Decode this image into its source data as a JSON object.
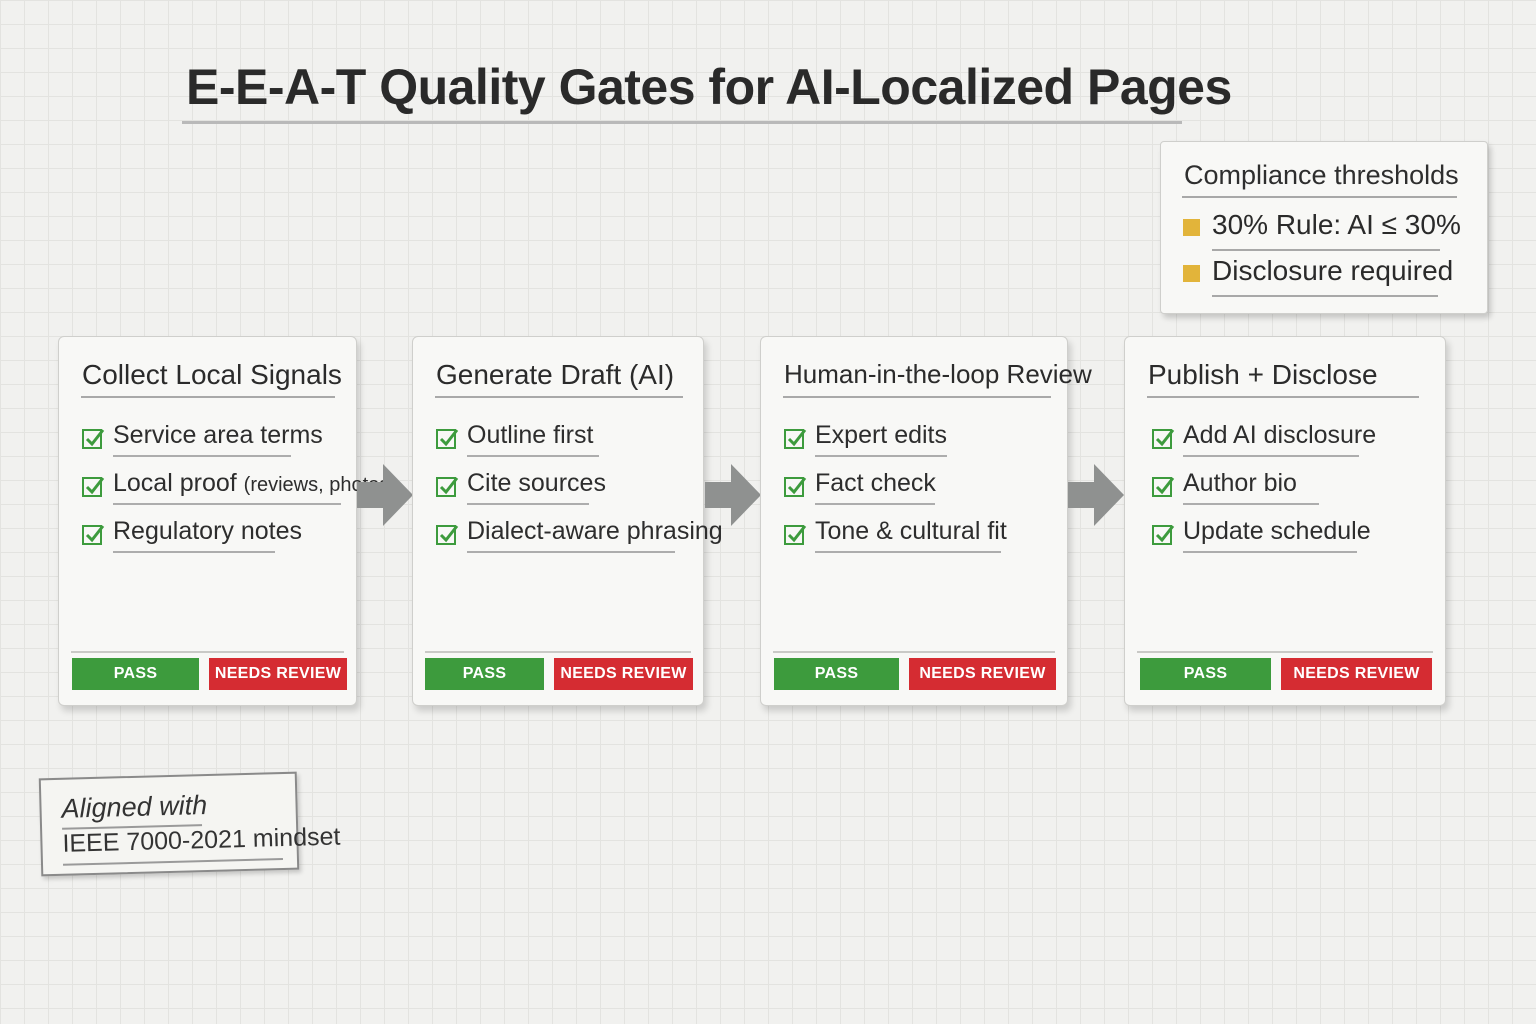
{
  "title": "E-E-A-T Quality Gates for AI-Localized Pages",
  "compliance": {
    "title": "Compliance thresholds",
    "items": [
      "30% Rule: AI ≤ 30%",
      "Disclosure required"
    ],
    "bullet_color": "#e2b43a"
  },
  "steps": [
    {
      "title": "Collect Local Signals",
      "items": [
        {
          "text": "Service area terms"
        },
        {
          "text": "Local proof",
          "note": "(reviews, photos)"
        },
        {
          "text": "Regulatory notes"
        }
      ],
      "pass_label": "PASS",
      "review_label": "NEEDS REVIEW"
    },
    {
      "title": "Generate Draft (AI)",
      "items": [
        {
          "text": "Outline first"
        },
        {
          "text": "Cite sources"
        },
        {
          "text": "Dialect-aware phrasing"
        }
      ],
      "pass_label": "PASS",
      "review_label": "NEEDS REVIEW"
    },
    {
      "title": "Human-in-the-loop Review",
      "items": [
        {
          "text": "Expert edits"
        },
        {
          "text": "Fact check"
        },
        {
          "text": "Tone & cultural fit"
        }
      ],
      "pass_label": "PASS",
      "review_label": "NEEDS REVIEW"
    },
    {
      "title": "Publish + Disclose",
      "items": [
        {
          "text": "Add AI disclosure"
        },
        {
          "text": "Author bio"
        },
        {
          "text": "Update schedule"
        }
      ],
      "pass_label": "PASS",
      "review_label": "NEEDS REVIEW"
    }
  ],
  "note": {
    "line1": "Aligned with",
    "line2": "IEEE 7000-2021 mindset"
  },
  "colors": {
    "pass": "#3d9b3d",
    "needs_review": "#d52c32",
    "check": "#3d9b3d",
    "arrow": "#8f9190"
  },
  "icons": {
    "check": "checkbox-check-icon",
    "arrow": "arrow-right-icon",
    "bullet": "square-bullet-icon"
  }
}
